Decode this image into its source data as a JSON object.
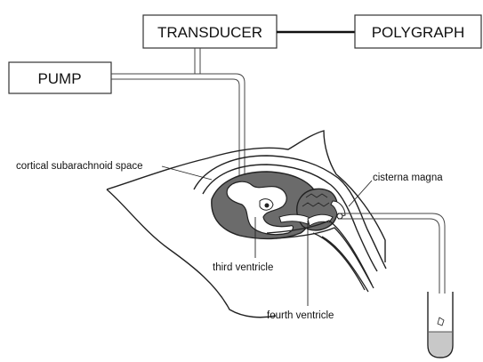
{
  "boxes": {
    "transducer": "TRANSDUCER",
    "polygraph": "POLYGRAPH",
    "pump": "PUMP"
  },
  "labels": {
    "cortical_subarachnoid_space": "cortical subarachnoid space",
    "cisterna_magna": "cisterna magna",
    "third_ventricle": "third ventricle",
    "fourth_ventricle": "fourth ventricle"
  }
}
